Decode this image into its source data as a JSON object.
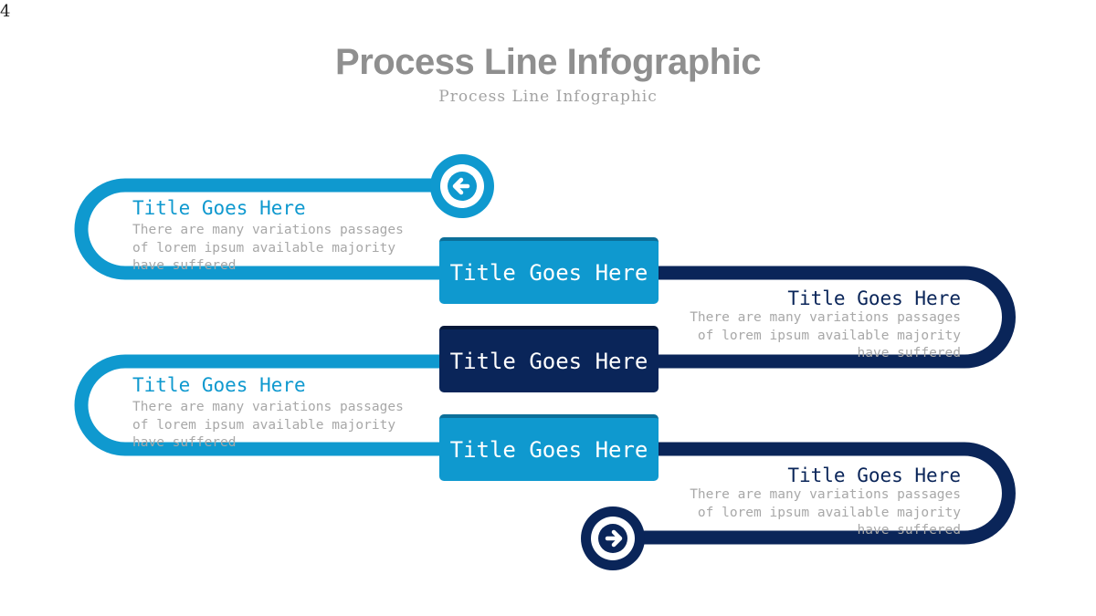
{
  "slide_number": "4",
  "header": {
    "title": "Process Line Infographic",
    "subtitle": "Process Line Infographic"
  },
  "colors": {
    "light_blue": "#0f99cf",
    "dark_blue": "#0a2559",
    "title_gray": "#8f8f8f",
    "text_gray": "#a8a8a8"
  },
  "center_boxes": [
    {
      "label": "Title Goes Here",
      "color": "light"
    },
    {
      "label": "Title Goes Here",
      "color": "dark"
    },
    {
      "label": "Title Goes Here",
      "color": "light"
    }
  ],
  "steps": [
    {
      "title": "Title Goes Here",
      "desc": "There are many variations passages\nof lorem ipsum available  majority\nhave suffered",
      "side": "left"
    },
    {
      "title": "Title Goes Here",
      "desc": "There are many variations passages\nof lorem ipsum available  majority\nhave suffered",
      "side": "right"
    },
    {
      "title": "Title Goes Here",
      "desc": "There are many variations passages\nof lorem ipsum available  majority\nhave suffered",
      "side": "left"
    },
    {
      "title": "Title Goes Here",
      "desc": "There are many variations passages\nof lorem ipsum available  majority\nhave suffered",
      "side": "right"
    }
  ],
  "icons": {
    "start": "arrow-left-icon",
    "end": "arrow-right-icon"
  }
}
